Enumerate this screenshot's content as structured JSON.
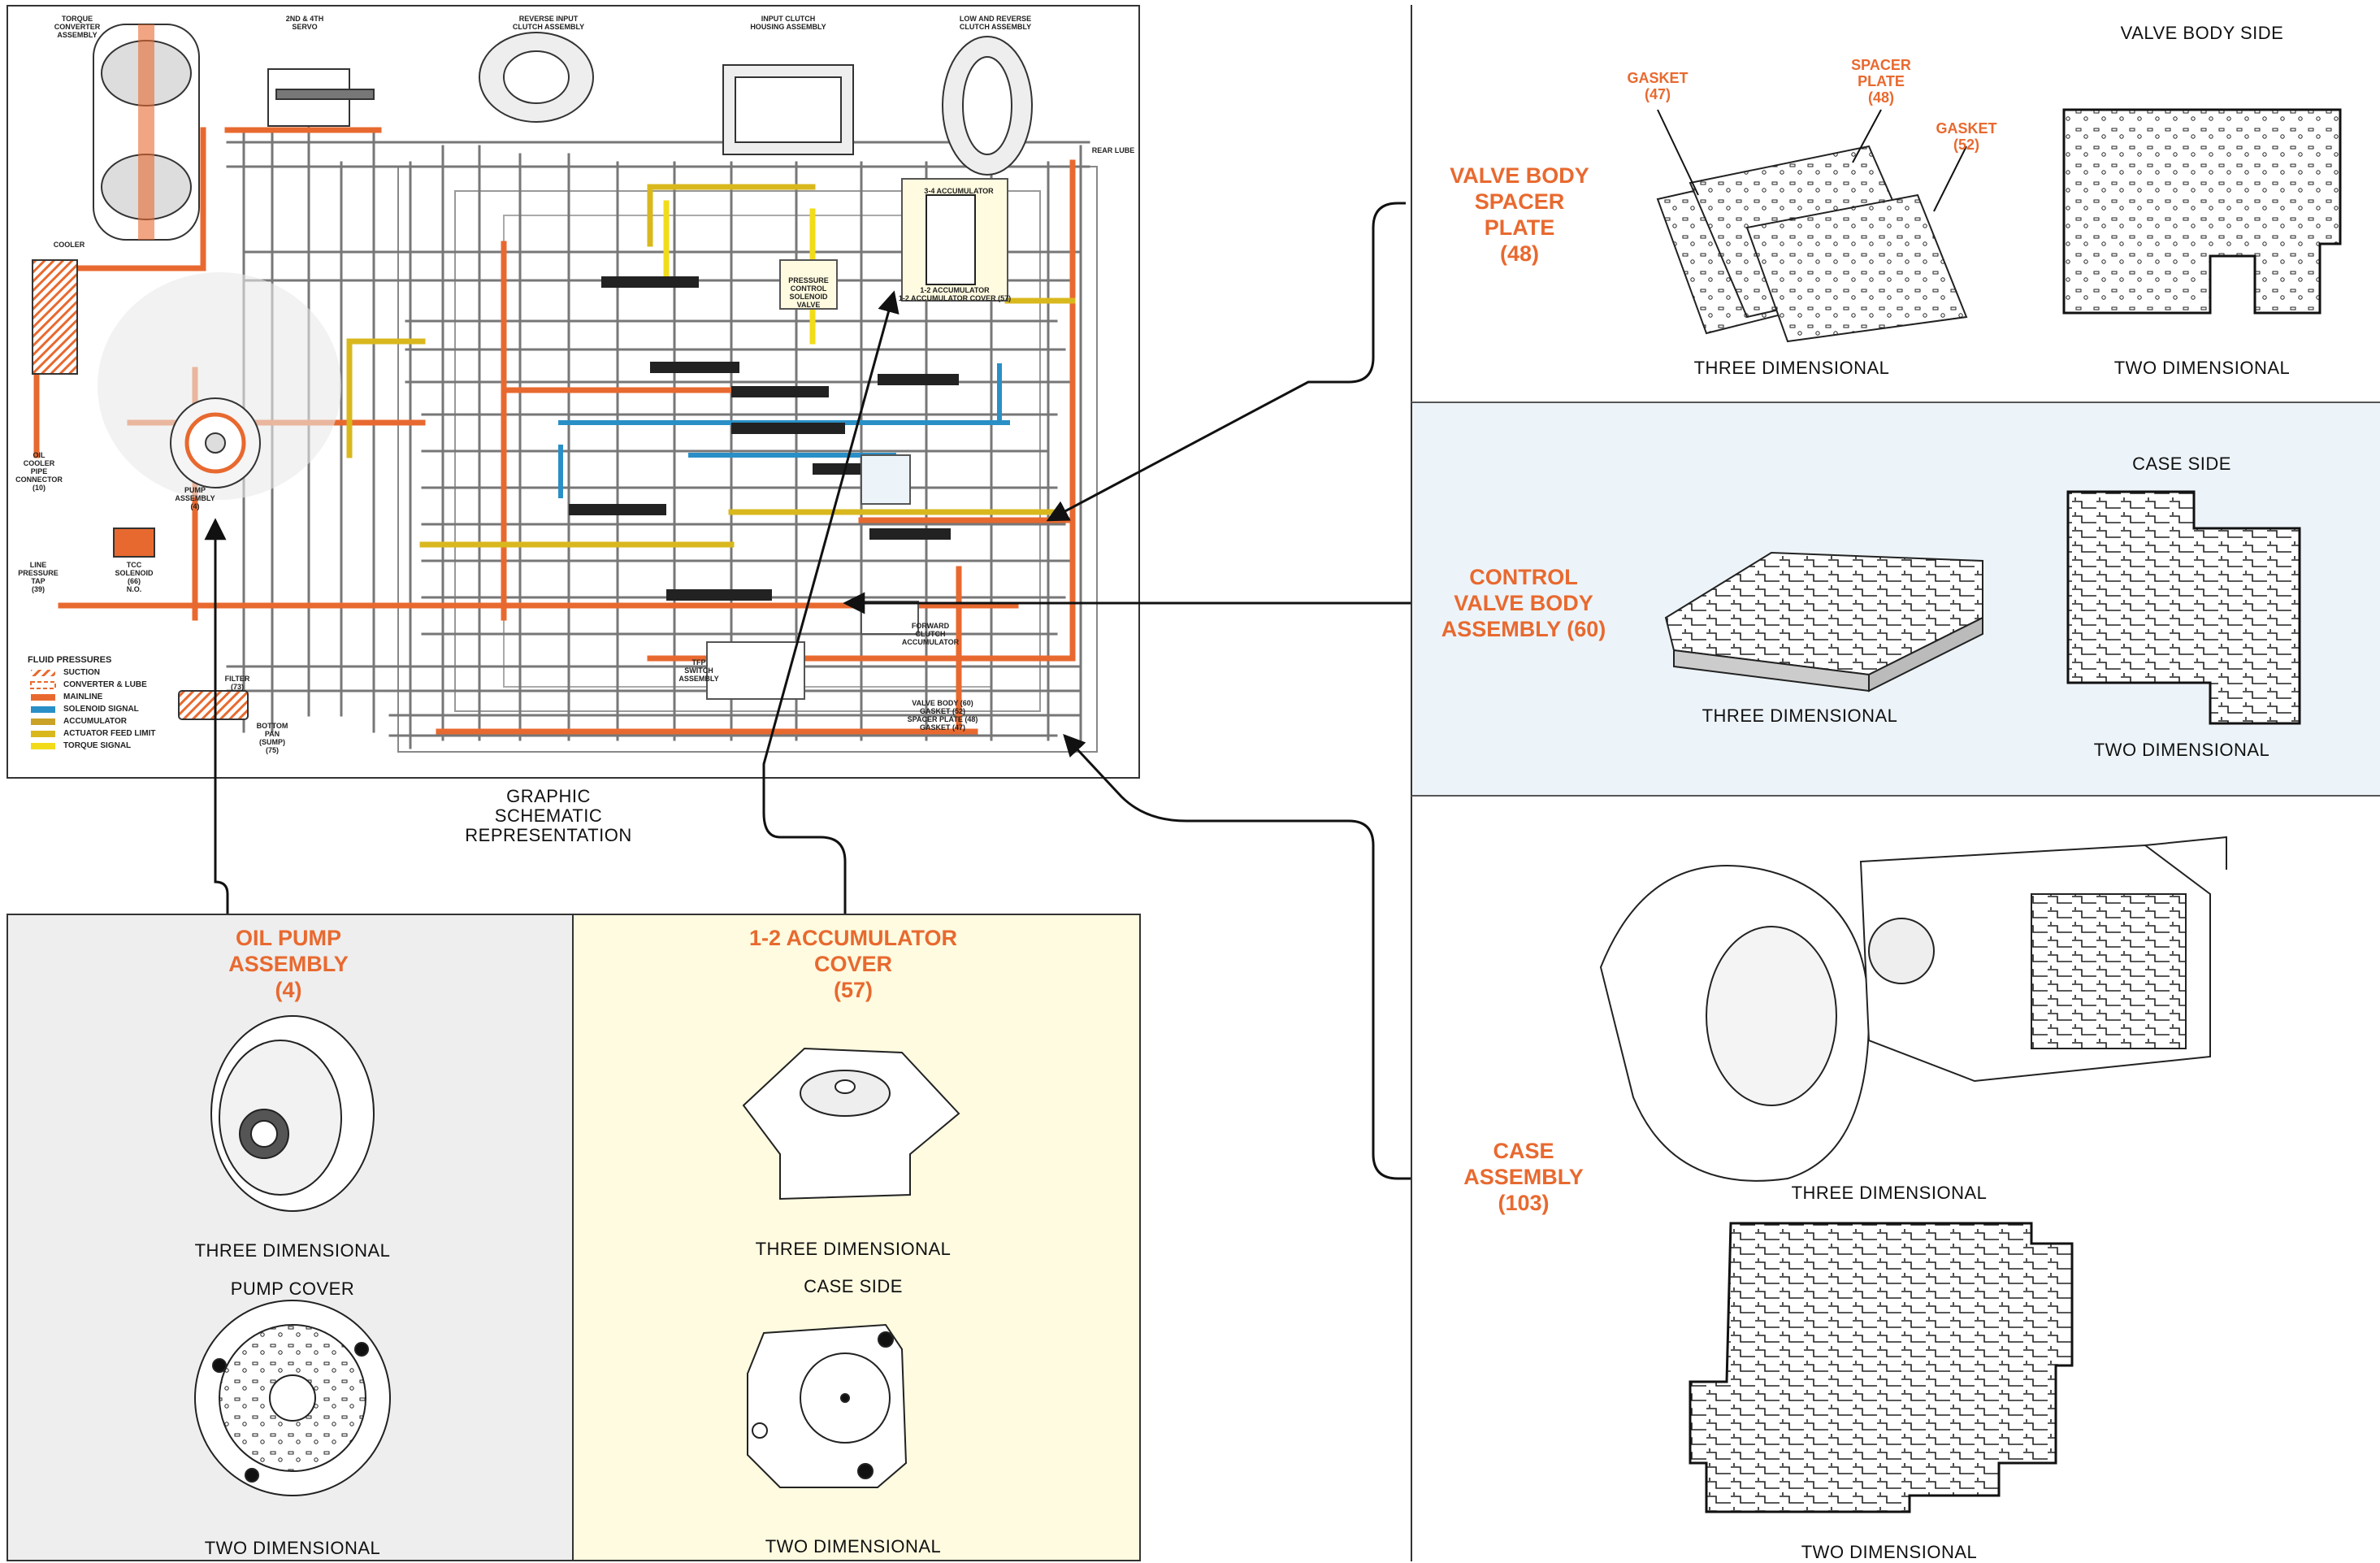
{
  "schematic": {
    "caption": "GRAPHIC\nSCHEMATIC\nREPRESENTATION",
    "components": {
      "torque_converter": "TORQUE\nCONVERTER\nASSEMBLY",
      "servo": "2ND & 4TH\nSERVO",
      "reverse_input": "REVERSE INPUT\nCLUTCH ASSEMBLY",
      "input_clutch": "INPUT CLUTCH\nHOUSING ASSEMBLY",
      "low_reverse": "LOW AND REVERSE\nCLUTCH ASSEMBLY",
      "cooler": "COOLER",
      "pump": "PUMP\nASSEMBLY\n(4)",
      "tcc_solenoid": "TCC\nSOLENOID\n(66)\nN.O.",
      "line_pressure_tap": "LINE\nPRESSURE\nTAP\n(39)",
      "oil_cooler_pipe": "OIL\nCOOLER\nPIPE\nCONNECTOR\n(10)",
      "bottom_pan": "BOTTOM\nPAN\n(SUMP)\n(75)",
      "filter": "FILTER\n(73)",
      "accumulator_34": "3-4 ACCUMULATOR",
      "accumulator_12": "1-2 ACCUMULATOR\n1-2 ACCUMULATOR COVER (57)",
      "pressure_control": "PRESSURE\nCONTROL\nSOLENOID\nVALVE",
      "forward_accumulator": "FORWARD\nCLUTCH\nACCUMULATOR",
      "tfp_switch": "TFP\nSWITCH\nASSEMBLY",
      "valve_body_stack": "VALVE BODY (60)\nGASKET (52)\nSPACER PLATE (48)\nGASKET (47)",
      "rear_lube": "REAR LUBE"
    },
    "legend": {
      "title": "FLUID PRESSURES",
      "items": [
        {
          "label": "SUCTION",
          "color": "#e8692f",
          "pattern": "hatched"
        },
        {
          "label": "CONVERTER & LUBE",
          "color": "#e8692f",
          "pattern": "dashed"
        },
        {
          "label": "MAINLINE",
          "color": "#e8692f",
          "pattern": "solid"
        },
        {
          "label": "SOLENOID SIGNAL",
          "color": "#2a8fc7",
          "pattern": "solid"
        },
        {
          "label": "ACCUMULATOR",
          "color": "#c9a227",
          "pattern": "solid"
        },
        {
          "label": "ACTUATOR FEED LIMIT",
          "color": "#d9b81e",
          "pattern": "solid"
        },
        {
          "label": "TORQUE SIGNAL",
          "color": "#f2dc1a",
          "pattern": "solid"
        }
      ]
    }
  },
  "valve_body_spacer_plate": {
    "title": "VALVE BODY\nSPACER\nPLATE\n(48)",
    "callouts": [
      "GASKET\n(47)",
      "SPACER\nPLATE\n(48)",
      "GASKET\n(52)"
    ],
    "view_left": "THREE DIMENSIONAL",
    "side_label": "VALVE BODY SIDE",
    "view_right": "TWO DIMENSIONAL"
  },
  "control_valve_body": {
    "title": "CONTROL\nVALVE BODY\nASSEMBLY (60)",
    "view_left": "THREE DIMENSIONAL",
    "side_label": "CASE SIDE",
    "view_right": "TWO DIMENSIONAL"
  },
  "case_assembly": {
    "title": "CASE\nASSEMBLY\n(103)",
    "view_top": "THREE DIMENSIONAL",
    "view_bottom": "TWO DIMENSIONAL"
  },
  "oil_pump": {
    "title": "OIL PUMP\nASSEMBLY\n(4)",
    "view_top": "THREE DIMENSIONAL",
    "side_label": "PUMP COVER",
    "view_bottom": "TWO DIMENSIONAL"
  },
  "accumulator_cover": {
    "title": "1-2 ACCUMULATOR\nCOVER\n(57)",
    "view_top": "THREE DIMENSIONAL",
    "side_label": "CASE SIDE",
    "view_bottom": "TWO DIMENSIONAL"
  },
  "colors": {
    "accent": "#e8692f",
    "panel_gray": "#eeeeee",
    "panel_yellow": "#fefbe0",
    "panel_blue": "#edf4f9",
    "solenoid": "#2a8fc7",
    "actuator": "#d9b81e"
  }
}
